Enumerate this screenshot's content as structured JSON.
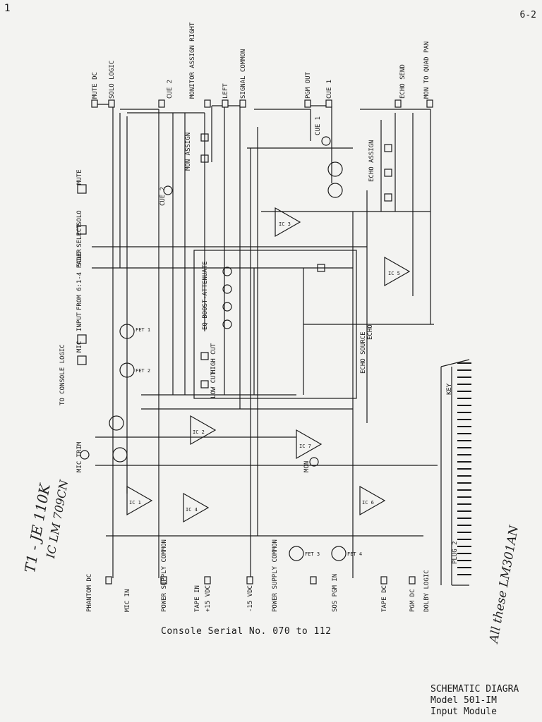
{
  "page": {
    "corner_left": "1",
    "corner_right": "6-2"
  },
  "serial_note": "Console Serial No. 070 to 112",
  "title_block": {
    "line1": "SCHEMATIC DIAGRA",
    "line2": "Model 501-IM",
    "line3": "Input Module"
  },
  "handwritten": {
    "note1": "T1 - JE 110K",
    "note2": "IC LM 709CN",
    "note3": "All these LM301AN"
  },
  "top_connectors": [
    "MUTE DC",
    "SOLO LOGIC",
    "CUE 2",
    "MONITOR ASSIGN RIGHT",
    "LEFT",
    "SIGNAL COMMON",
    "PGM OUT",
    "CUE 1",
    "ECHO SEND",
    "MON TO QUAD PAN"
  ],
  "bottom_connectors": [
    "PHANTOM DC",
    "MIC IN",
    "POWER SUPPLY COMMON",
    "TAPE IN",
    "+15 VDC",
    "-15 VDC",
    "POWER SUPPLY COMMON",
    "SOS PGM IN",
    "TAPE DC",
    "PGM DC",
    "DOLBY LOGIC"
  ],
  "switch_labels": [
    "MUTE",
    "SOLO",
    "SOLO SELECT",
    "INPUT",
    "MIC",
    "FROM 6:1-4 FADER",
    "MON ASSIGN",
    "ECHO ASSIGN",
    "CUE 1",
    "CUE 2",
    "EQ BOOST-ATTENUATE",
    "HIGH CUT",
    "LOW CUT",
    "ECHO SOURCE",
    "MIC TRIM",
    "MON",
    "ECHO",
    "TO CONSOLE LOGIC"
  ],
  "edge_connector": {
    "label": "PLUG 2",
    "key": "KEY"
  },
  "colors": {
    "ink": "#1a1a1a",
    "paper": "#f3f3f1"
  }
}
